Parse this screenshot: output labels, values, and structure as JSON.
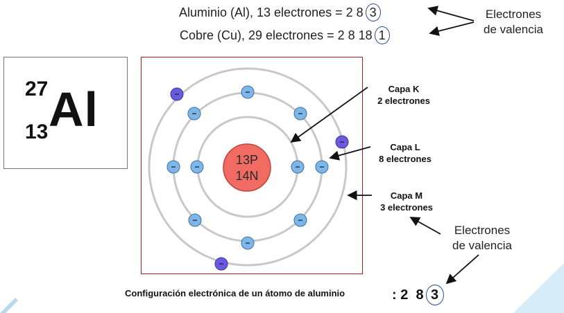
{
  "header": {
    "aluminio_text": "Aluminio (Al), 13 electrones = 2  8",
    "aluminio_valence": "3",
    "cobre_text": "Cobre (Cu), 29 electrones = 2  8  18",
    "cobre_valence": "1",
    "valencia_label_top_1": "Electrones",
    "valencia_label_top_2": "de valencia"
  },
  "element": {
    "mass_number": "27",
    "atomic_number": "13",
    "symbol": "Al"
  },
  "nucleus": {
    "protons": "13P",
    "neutrons": "14N",
    "electron_sign": "−"
  },
  "shells": [
    {
      "name": "Capa K",
      "count": "2 electrones"
    },
    {
      "name": "Capa L",
      "count": "8 electrones"
    },
    {
      "name": "Capa M",
      "count": "3 electrones"
    }
  ],
  "valencia_label_bottom_1": "Electrones",
  "valencia_label_bottom_2": "de valencia",
  "caption": "Configuración electrónica de un átomo de aluminio",
  "configuration": {
    "colon": ":",
    "k": "2",
    "l": "8",
    "m": "3"
  },
  "colors": {
    "frame_border": "#b11a1a",
    "nucleus_fill": "#f26b63",
    "inner_electron": "#7fb6e8",
    "valence_electron": "#6a5ae0",
    "accent_circle": "#2d4a8c"
  }
}
